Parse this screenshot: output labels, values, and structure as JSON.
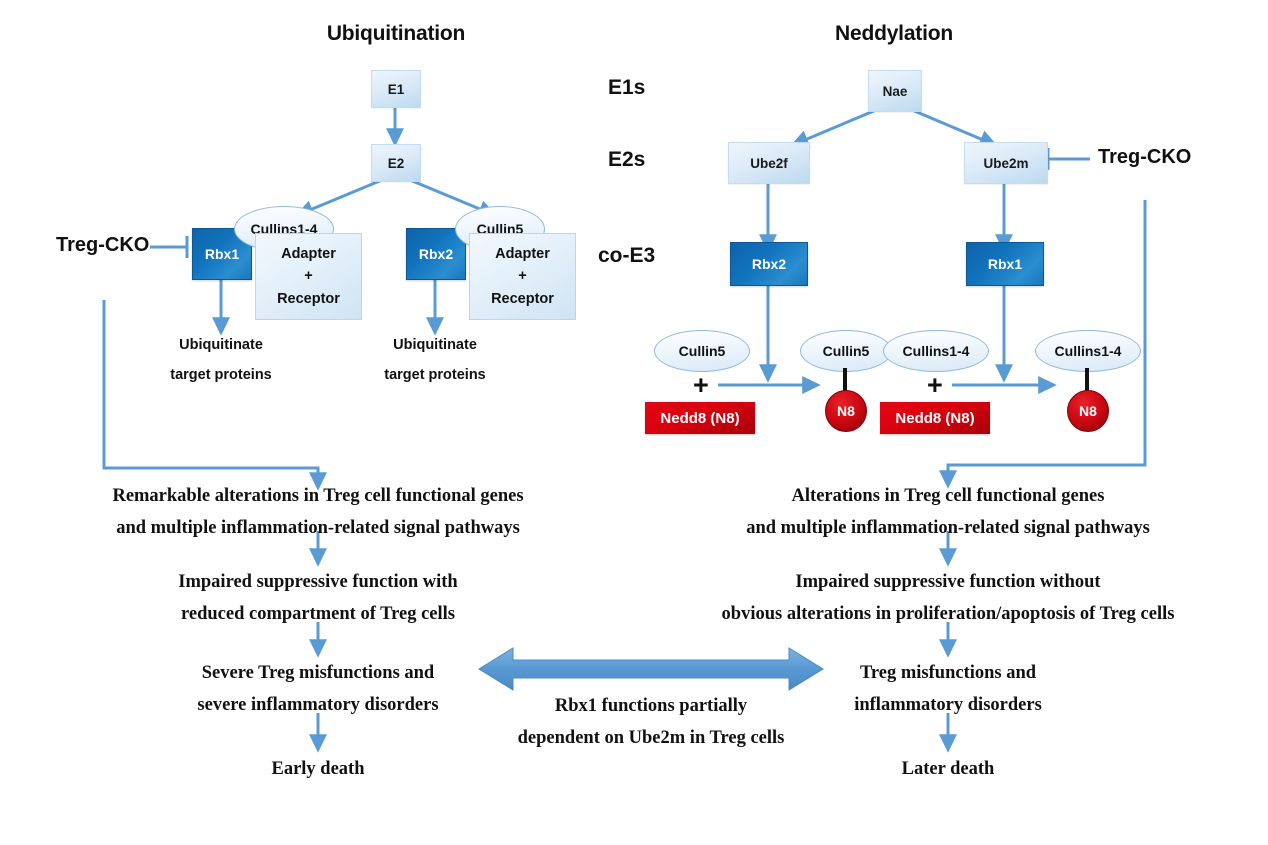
{
  "figure": {
    "left_panel_title": "Ubiquitination",
    "right_panel_title": "Neddylation"
  },
  "role_labels": {
    "e1": "E1s",
    "e2": "E2s",
    "coe3": "co-E3"
  },
  "colors": {
    "connector_blue": "#5b9bd5",
    "rbx_blue": "#1173bd",
    "nedd8_red": "#d8020f",
    "n8_circle_red": "#cf0a14",
    "enzyme_box_blue": "#dcebf8",
    "ellipse_fill": "#eaf3fb",
    "text_black": "#111111"
  },
  "left_panel": {
    "e1_label": "E1",
    "e2_label": "E2",
    "cko_label": "Treg-CKO",
    "branch_a": {
      "rbx_label": "Rbx1",
      "cullin_label": "Cullins1-4",
      "adapter_lines": [
        "Adapter",
        "+",
        "Receptor"
      ],
      "output_lines": [
        "Ubiquitinate",
        "target proteins"
      ]
    },
    "branch_b": {
      "rbx_label": "Rbx2",
      "cullin_label": "Cullin5",
      "adapter_lines": [
        "Adapter",
        "+",
        "Receptor"
      ],
      "output_lines": [
        "Ubiquitinate",
        "target proteins"
      ]
    },
    "outcomes": [
      [
        "Remarkable alterations in Treg cell functional genes",
        "and multiple inflammation-related signal pathways"
      ],
      [
        "Impaired suppressive function with",
        "reduced compartment of Treg cells"
      ],
      [
        "Severe Treg misfunctions and",
        "severe inflammatory disorders"
      ],
      [
        "Early death"
      ]
    ]
  },
  "right_panel": {
    "nae_label": "Nae",
    "cko_label": "Treg-CKO",
    "branch_a": {
      "e2_label": "Ube2f",
      "rbx_label": "Rbx2",
      "substrate_ellipse": "Cullin5",
      "plus": "+",
      "nedd8_label": "Nedd8 (N8)",
      "product_ellipse": "Cullin5",
      "product_tag": "N8"
    },
    "branch_b": {
      "e2_label": "Ube2m",
      "rbx_label": "Rbx1",
      "substrate_ellipse": "Cullins1-4",
      "plus": "+",
      "nedd8_label": "Nedd8 (N8)",
      "product_ellipse": "Cullins1-4",
      "product_tag": "N8"
    },
    "outcomes": [
      [
        "Alterations in Treg cell functional genes",
        "and multiple inflammation-related signal pathways"
      ],
      [
        "Impaired suppressive function without",
        "obvious alterations in proliferation/apoptosis of Treg cells"
      ],
      [
        "Treg misfunctions and",
        "inflammatory disorders"
      ],
      [
        "Later death"
      ]
    ]
  },
  "center_link": {
    "caption_lines": [
      "Rbx1 functions partially",
      "dependent on Ube2m in Treg cells"
    ]
  }
}
